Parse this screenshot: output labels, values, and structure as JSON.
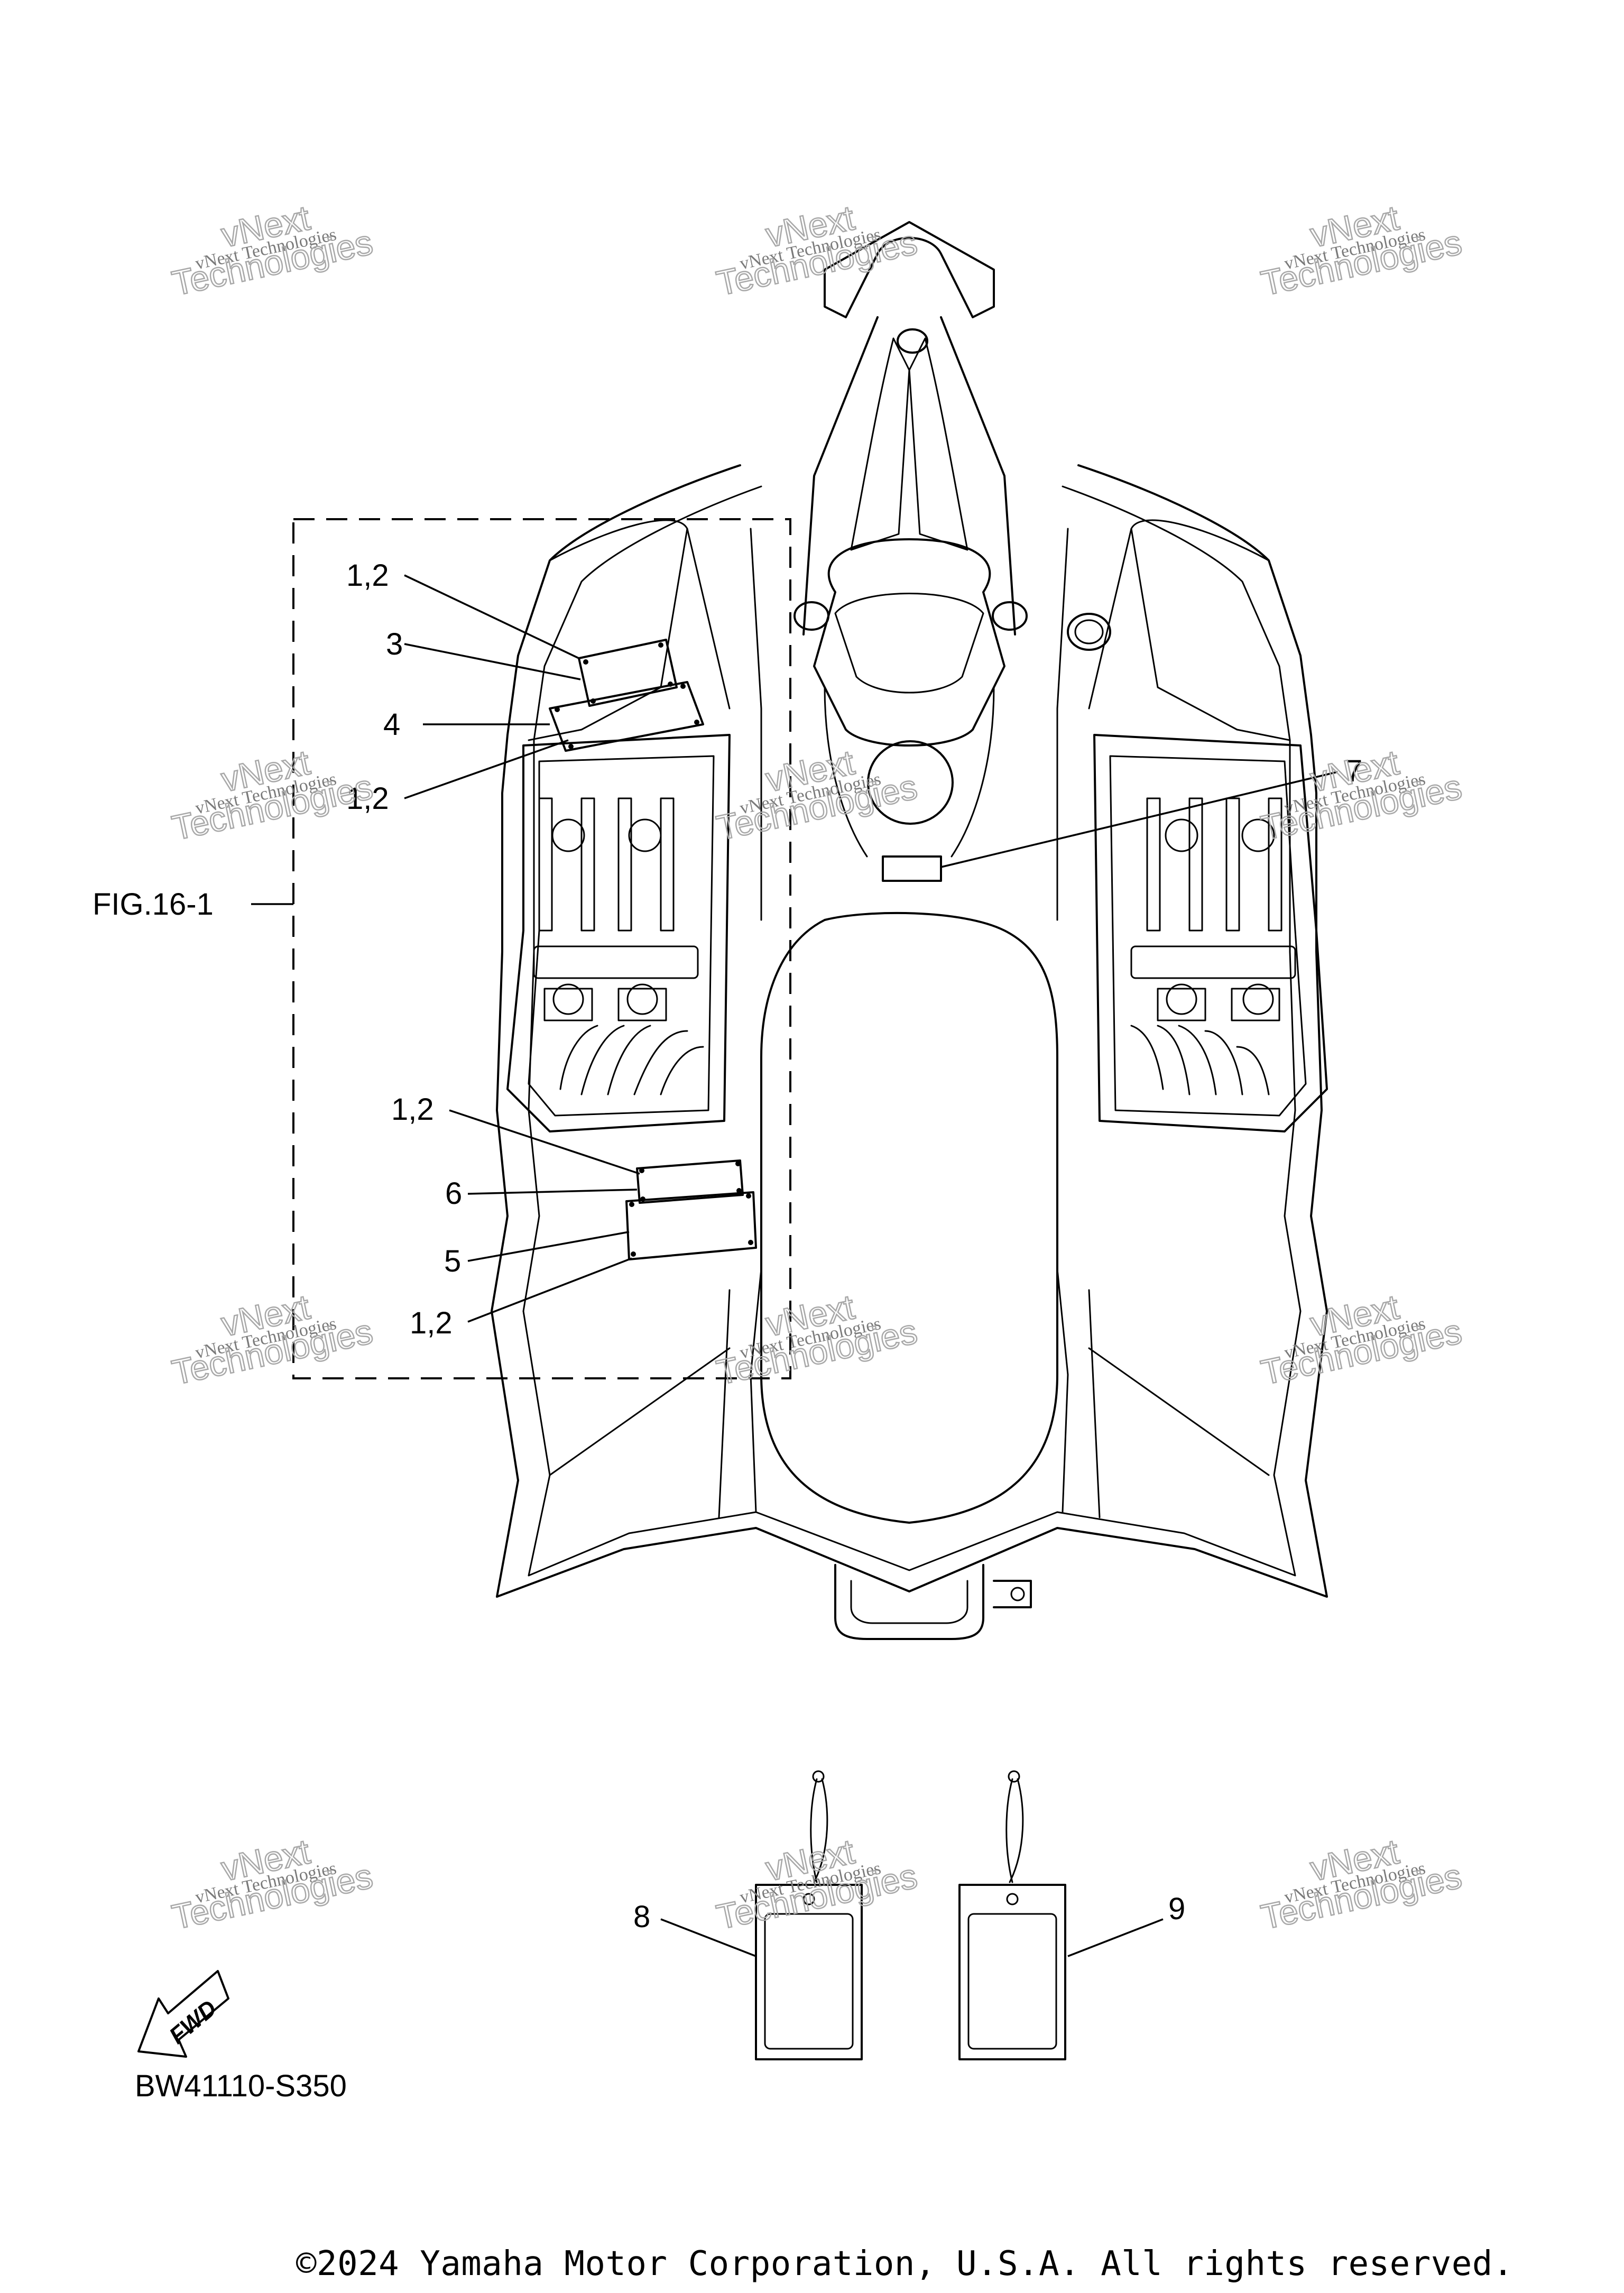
{
  "diagram_code": "BW41110-S350",
  "figure_ref": "FIG.16-1",
  "fwd_label": "FWD",
  "watermark": {
    "brand": "vNext",
    "full": "vNext Technologies",
    "word": "Technologies"
  },
  "callouts": {
    "c12_a": "1,2",
    "c3": "3",
    "c4": "4",
    "c12_b": "1,2",
    "c7": "7",
    "c12_c": "1,2",
    "c6": "6",
    "c5": "5",
    "c12_d": "1,2",
    "c8": "8",
    "c9": "9"
  },
  "copyright": "©2024 Yamaha Motor Corporation, U.S.A. All rights reserved."
}
